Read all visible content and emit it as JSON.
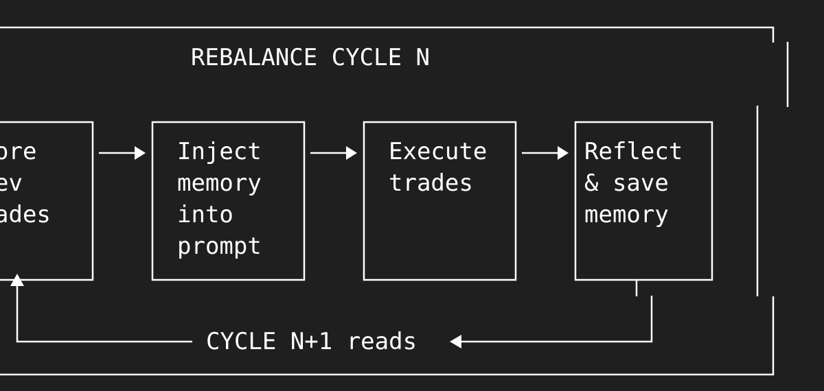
{
  "title": "REBALANCE CYCLE N",
  "steps": [
    {
      "lines": [
        "ore",
        "ev",
        "ades"
      ]
    },
    {
      "lines": [
        "Inject",
        "memory",
        "into",
        "prompt"
      ]
    },
    {
      "lines": [
        "Execute",
        "trades"
      ]
    },
    {
      "lines": [
        "Reflect",
        "& save",
        "memory"
      ]
    }
  ],
  "loop_label": "CYCLE N+1 reads",
  "colors": {
    "background": "#1f1f1f",
    "foreground": "#ffffff"
  }
}
